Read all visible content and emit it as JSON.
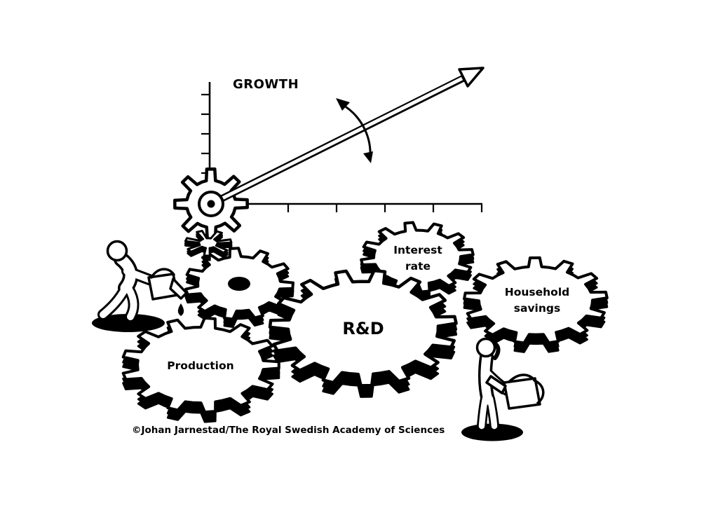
{
  "diagram": {
    "axis_label": "GROWTH",
    "gears": {
      "production_label": "Production",
      "rnd_label": "R&D",
      "interest_label_line1": "Interest",
      "interest_label_line2": "rate",
      "household_label_line1": "Household",
      "household_label_line2": "savings"
    },
    "credit_line": "©Johan Jarnestad/The Royal Swedish Academy of Sciences",
    "colors": {
      "ink": "#000000",
      "paper": "#ffffff"
    }
  }
}
